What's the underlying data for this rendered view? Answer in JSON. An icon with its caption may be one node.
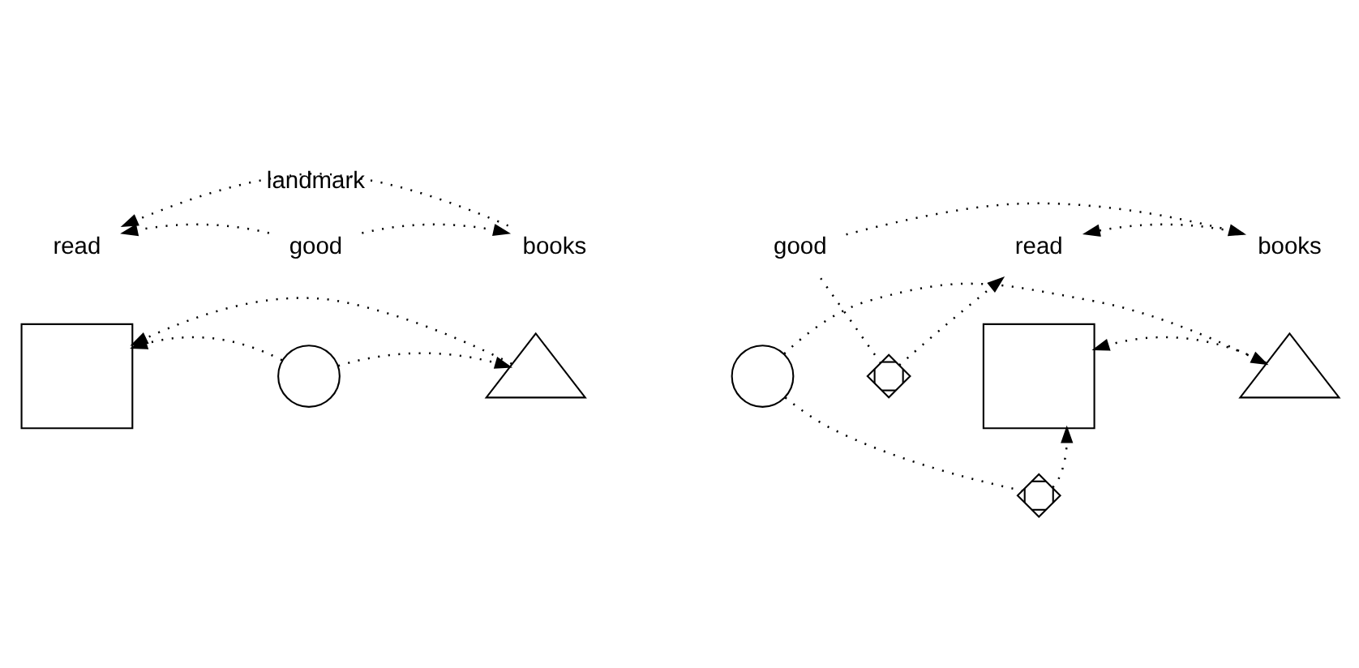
{
  "diagram": {
    "nodes": [
      {
        "text": [
          "read"
        ]
      },
      {
        "text": [
          "good"
        ]
      },
      {
        "text": [
          "books"
        ]
      },
      {
        "text": [
          "good"
        ]
      },
      {
        "text": [
          "read"
        ]
      },
      {
        "text": [
          "books"
        ]
      },
      {
        "text": [],
        "shape": "cross"
      },
      {
        "text": [],
        "shape": "box"
      },
      {
        "text": [],
        "shape": "circle"
      },
      {
        "text": [],
        "shape": "triangle"
      },
      {
        "text": [],
        "shape": "circle"
      },
      {
        "text": [],
        "shape": "box"
      },
      {
        "text": [],
        "shape": "triangle"
      },
      {
        "text": [],
        "shape": "cross"
      }
    ],
    "edges": [
      {
        "from": 2,
        "to": 0,
        "arrow": "to",
        "label": "landmark"
      },
      {
        "from": 1,
        "to": 2,
        "arrow": "to"
      },
      {
        "from": 1,
        "to": 0,
        "arrow": "to"
      },
      {
        "from": 3,
        "to": 5,
        "arrow": "to"
      },
      {
        "from": 5,
        "to": 4,
        "arrow": "to"
      },
      {
        "from": 3,
        "to": 6,
        "arrow": "none"
      },
      {
        "from": 6,
        "to": 4,
        "arrow": "to"
      },
      {
        "from": 9,
        "to": 7,
        "arrow": "to"
      },
      {
        "from": 8,
        "to": 9,
        "arrow": "to"
      },
      {
        "from": 8,
        "to": 7,
        "arrow": "to"
      },
      {
        "from": 10,
        "to": 12,
        "arrow": "to"
      },
      {
        "from": 12,
        "to": 11,
        "arrow": "to"
      },
      {
        "from": 10,
        "to": 13,
        "arrow": "none"
      },
      {
        "from": 13,
        "to": 11,
        "arrow": "to"
      }
    ]
  }
}
